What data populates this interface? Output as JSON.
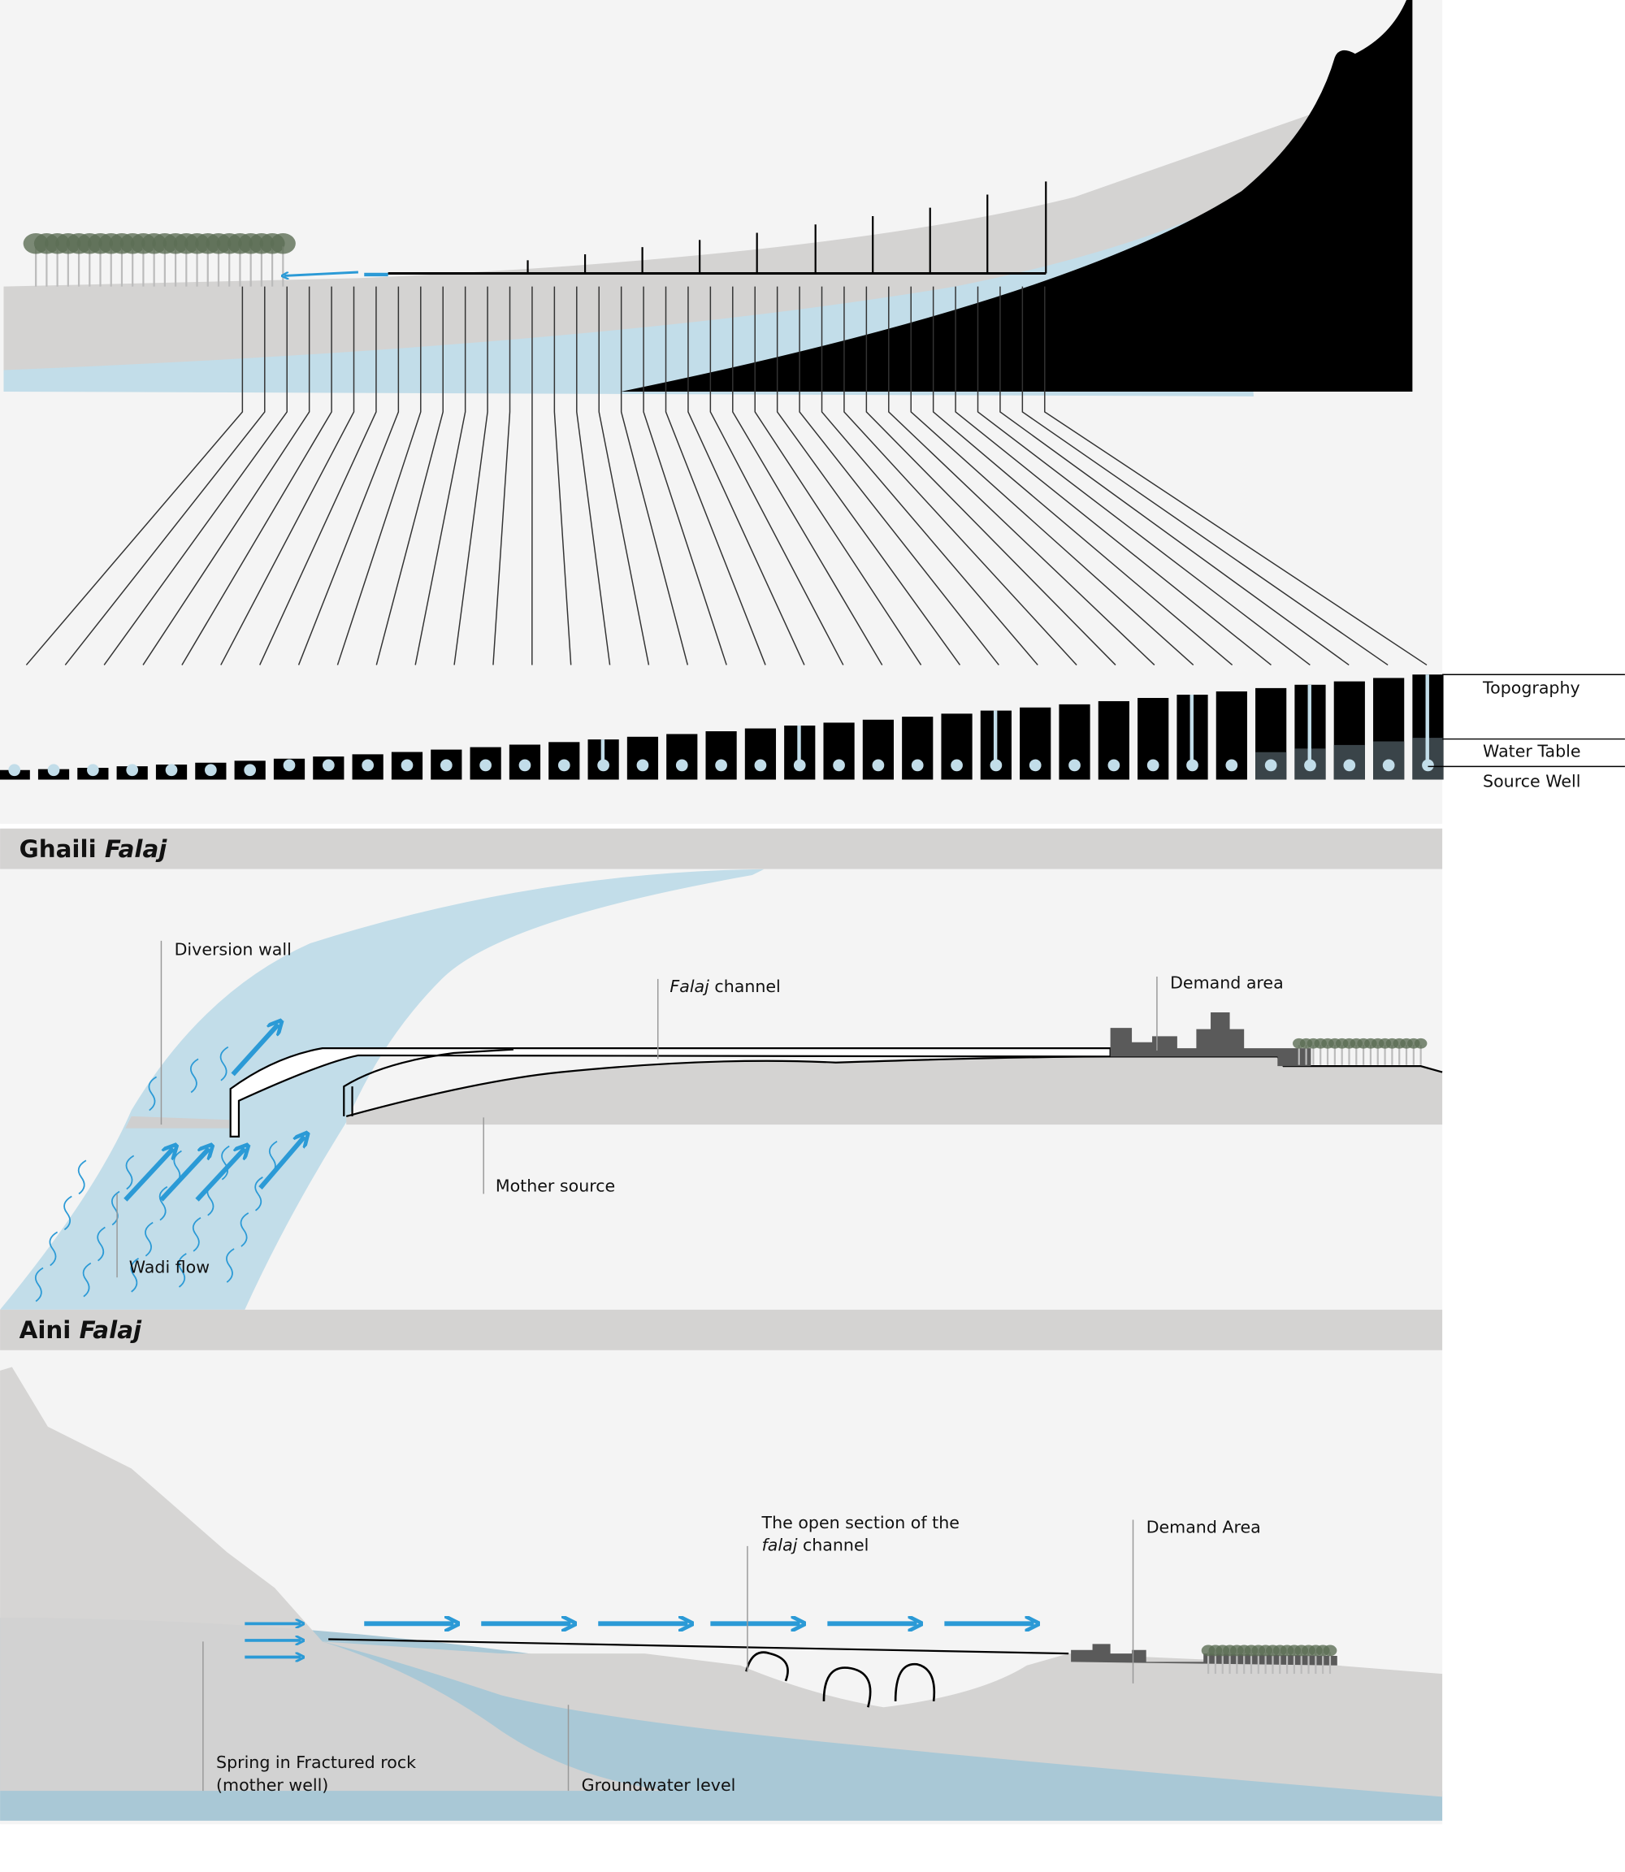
{
  "top_section": {
    "legend": {
      "topography": "Topography",
      "water_table": "Water Table",
      "source_well": "Source Well"
    }
  },
  "ghaili": {
    "title": "Ghaili",
    "title_italic": "Falaj",
    "labels": {
      "diversion_wall": "Diversion wall",
      "channel_italic": "Falaj",
      "channel": " channel",
      "demand_area": "Demand area",
      "mother_source": "Mother source",
      "wadi_flow": "Wadi flow"
    }
  },
  "aini": {
    "title": "Aini",
    "title_italic": "Falaj",
    "labels": {
      "open_section_1": "The open section of the",
      "open_section_2_italic": "falaj",
      "open_section_2": " channel",
      "demand_area": "Demand Area",
      "spring_1": "Spring in Fractured rock",
      "spring_2": "(mother well)",
      "groundwater": "Groundwater level"
    }
  },
  "colors": {
    "background": "#f4f4f4",
    "terrain": "#d4d3d2",
    "water": "#c2dde9",
    "groundwater": "#a9c8d6",
    "arrow": "#2b9ad6",
    "rock": "#000000"
  }
}
